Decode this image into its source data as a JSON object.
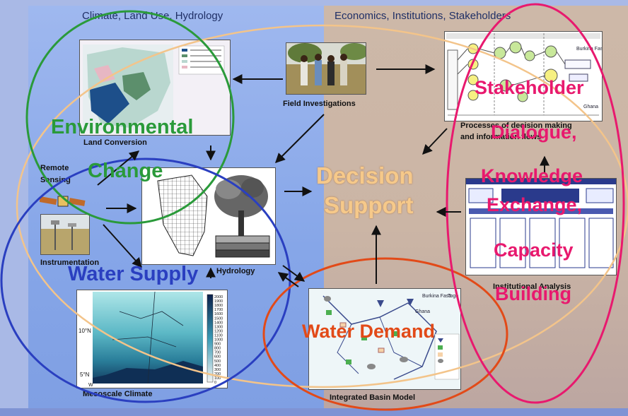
{
  "headers": {
    "left": "Climate, Land Use, Hydrology",
    "right": "Economics, Institutions, Stakeholders"
  },
  "captions": {
    "land_conversion": "Land Conversion",
    "field_investigations": "Field Investigations",
    "processes_line1": "Processes of decision making",
    "processes_line2": "and information flows",
    "remote_line1": "Remote",
    "remote_line2": "Sensing",
    "instrumentation": "Instrumentation",
    "hydrology": "Hydrology",
    "mesoscale_climate": "Mesoscale Climate",
    "integrated_basin_model": "Integrated Basin Model",
    "institutional_analysis": "Institutional Analysis"
  },
  "themes": {
    "environmental": "Environmental",
    "change": "Change",
    "water_supply": "Water Supply",
    "water_demand": "Water Demand",
    "decision_line1": "Decision",
    "decision_line2": "Support",
    "stakeholder": [
      "Stakeholder",
      "Dialogue,",
      "Knowledge",
      "Exchange,",
      "Capacity",
      "Building"
    ]
  },
  "map_labels": {
    "lat_10": "10°N",
    "lat_5": "5°N",
    "lon_w": "W",
    "burkina": "Burkina Faso",
    "ghana": "Ghana",
    "togo": "Togo"
  },
  "climate_scale": [
    "2000",
    "1900",
    "1800",
    "1700",
    "1600",
    "1500",
    "1400",
    "1300",
    "1200",
    "1100",
    "1000",
    "900",
    "800",
    "700",
    "600",
    "500",
    "400",
    "300",
    "200",
    "100",
    "0"
  ],
  "colors": {
    "environmental": "#2a9a3a",
    "water_supply": "#2a3fc0",
    "water_demand": "#e24a18",
    "decision_support": "#f6c98a",
    "stakeholder": "#e8196e",
    "overall_ellipse": "#f3c48a"
  }
}
